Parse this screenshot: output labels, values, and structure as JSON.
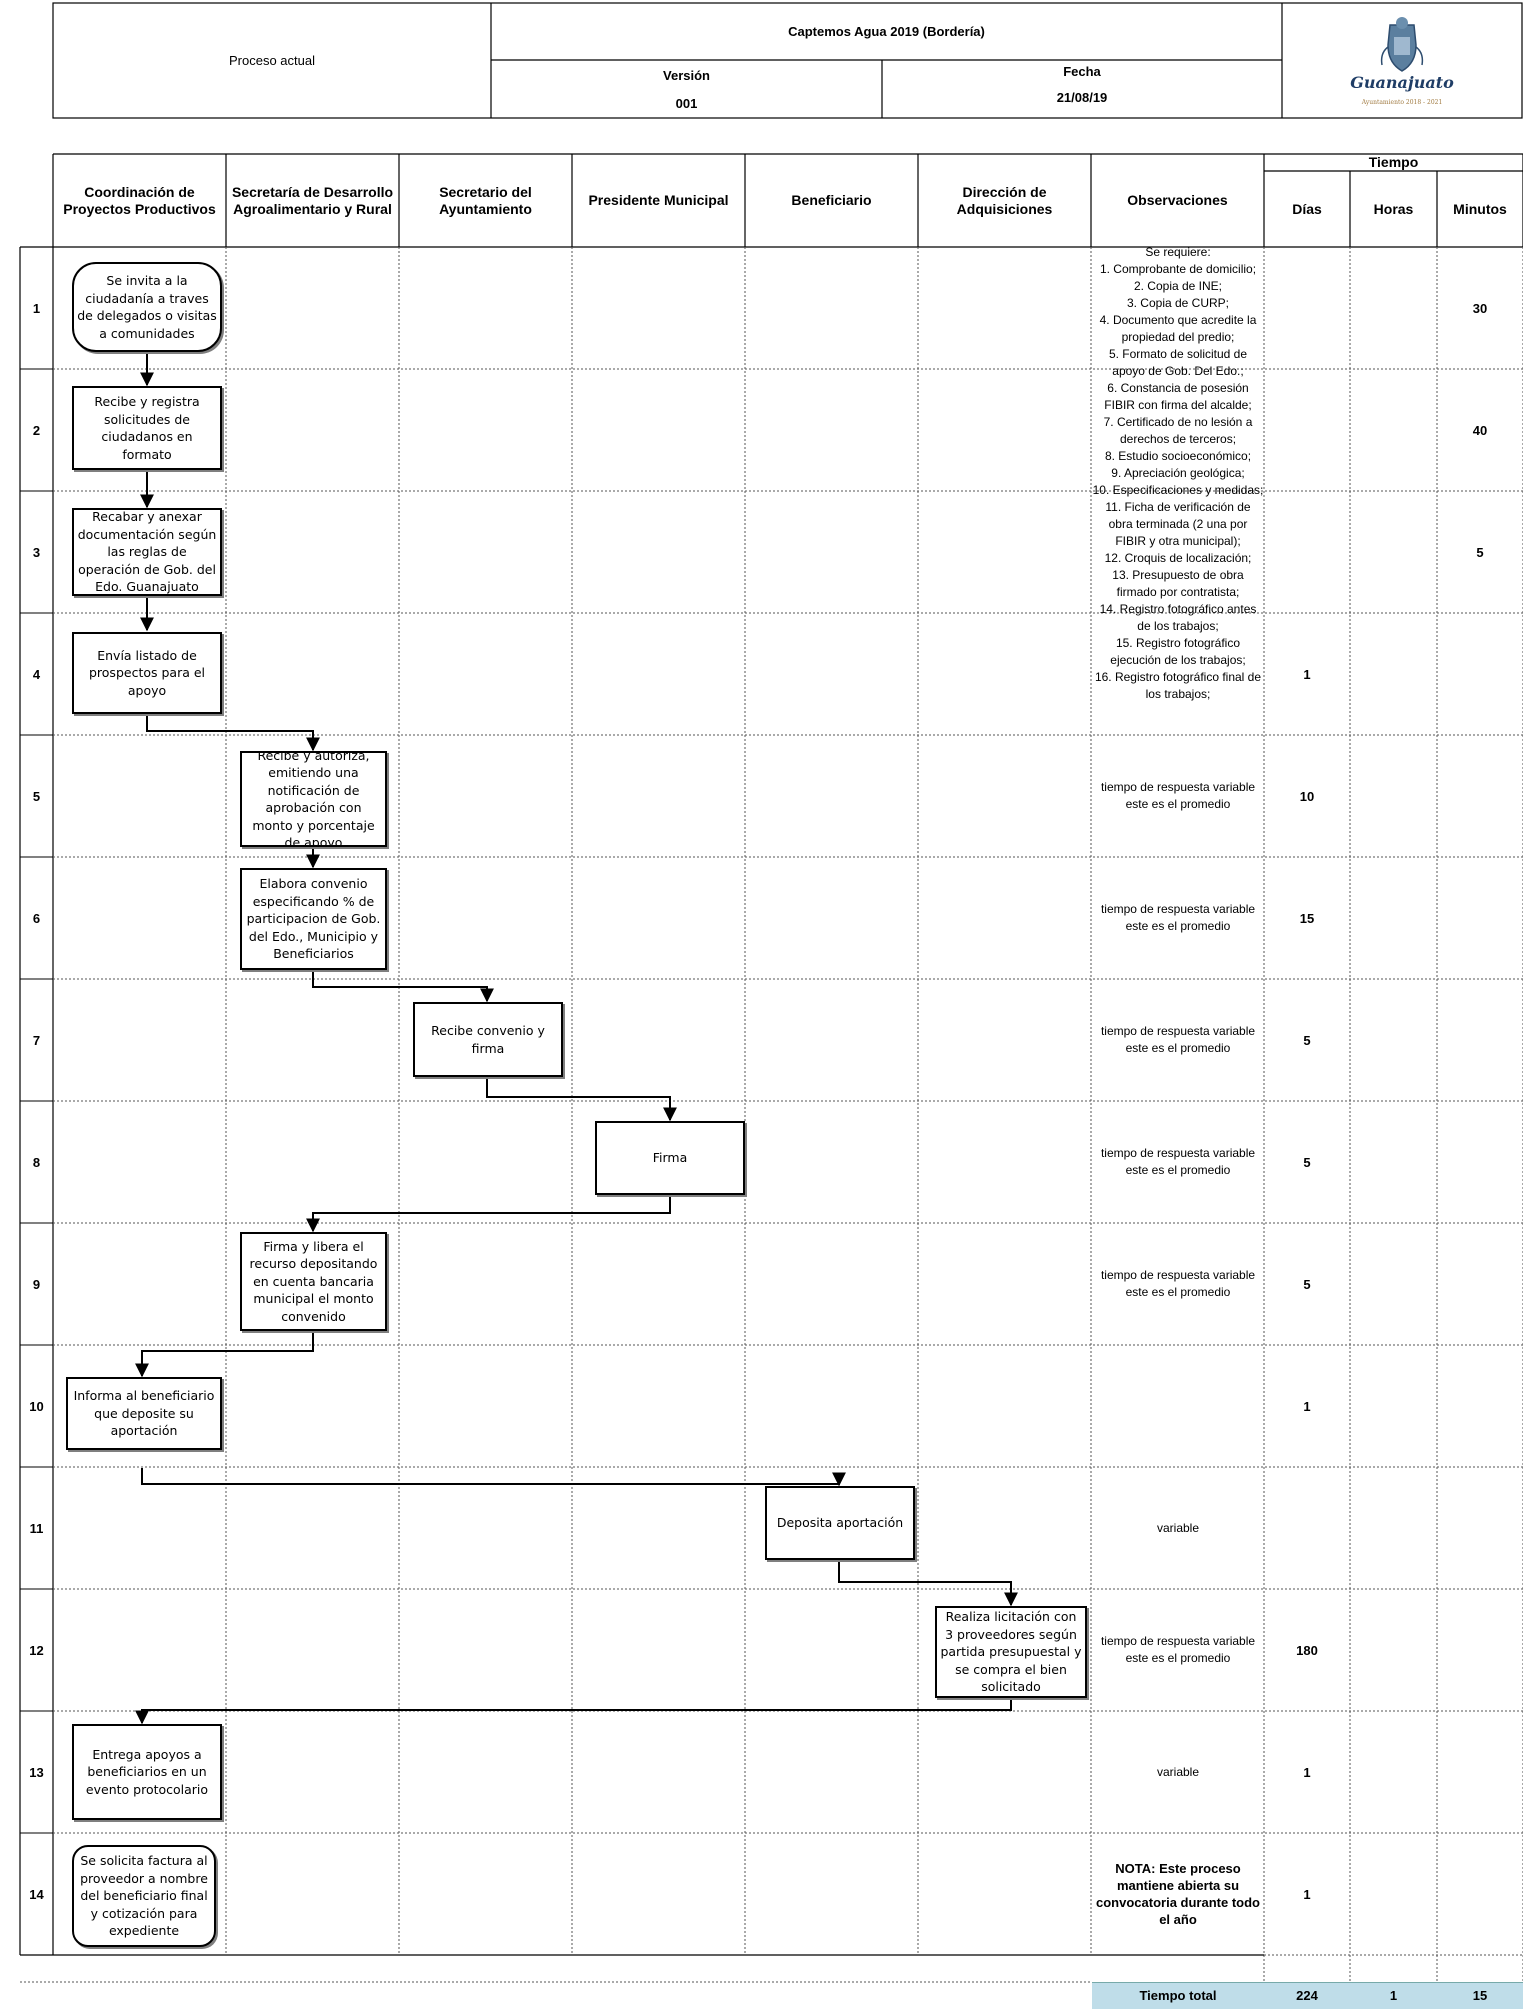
{
  "header": {
    "left_label": "Proceso actual",
    "title": "Captemos Agua 2019  (Bordería)",
    "version_label": "Versión",
    "version_value": "001",
    "date_label": "Fecha",
    "date_value": "21/08/19",
    "logo_text": "Guanajuato",
    "logo_subtext": "Ayuntamiento 2018 - 2021"
  },
  "columns": {
    "c1": "Coordinación de Proyectos Productivos",
    "c2": "Secretaría de Desarrollo Agroalimentario y Rural",
    "c3": "Secretario del Ayuntamiento",
    "c4": "Presidente Municipal",
    "c5": "Beneficiario",
    "c6": "Dirección de Adquisiciones",
    "c7": "Observaciones",
    "tiempo": "Tiempo",
    "dias": "Días",
    "horas": "Horas",
    "minutos": "Minutos"
  },
  "rows": [
    {
      "n": "1",
      "step": "Se invita a la ciudadanía a traves de delegados o visitas a comunidades",
      "obs": "",
      "dias": "",
      "horas": "",
      "minutos": "30"
    },
    {
      "n": "2",
      "step": "Recibe y registra solicitudes de ciudadanos en formato",
      "obs": "",
      "dias": "",
      "horas": "",
      "minutos": "40"
    },
    {
      "n": "3",
      "step": "Recabar y anexar documentación según las reglas de operación de Gob. del Edo. Guanajuato",
      "obs": "",
      "dias": "",
      "horas": "",
      "minutos": "5"
    },
    {
      "n": "4",
      "step": "Envía listado de prospectos para el apoyo",
      "obs": "",
      "dias": "1",
      "horas": "",
      "minutos": ""
    },
    {
      "n": "5",
      "step": "Recibe y autoriza, emitiendo una notificación de aprobación con monto y porcentaje de apoyo",
      "obs": "tiempo de respuesta variable este es el promedio",
      "dias": "10",
      "horas": "",
      "minutos": ""
    },
    {
      "n": "6",
      "step": "Elabora convenio especificando % de participacion de Gob. del Edo., Municipio y Beneficiarios",
      "obs": "tiempo de respuesta variable este es el promedio",
      "dias": "15",
      "horas": "",
      "minutos": ""
    },
    {
      "n": "7",
      "step": "Recibe convenio y firma",
      "obs": "tiempo de respuesta variable este es el promedio",
      "dias": "5",
      "horas": "",
      "minutos": ""
    },
    {
      "n": "8",
      "step": "Firma",
      "obs": "tiempo de respuesta variable este es el promedio",
      "dias": "5",
      "horas": "",
      "minutos": ""
    },
    {
      "n": "9",
      "step": "Firma y libera el recurso depositando en cuenta bancaria municipal el monto convenido",
      "obs": "tiempo de respuesta variable este es el promedio",
      "dias": "5",
      "horas": "",
      "minutos": ""
    },
    {
      "n": "10",
      "step": "Informa al beneficiario que deposite su aportación",
      "obs": "",
      "dias": "1",
      "horas": "",
      "minutos": ""
    },
    {
      "n": "11",
      "step": "Deposita aportación",
      "obs": "variable",
      "dias": "",
      "horas": "",
      "minutos": ""
    },
    {
      "n": "12",
      "step": "Realiza licitación con 3 proveedores según partida presupuestal y se compra el bien solicitado",
      "obs": "tiempo de respuesta variable este es el promedio",
      "dias": "180",
      "horas": "",
      "minutos": ""
    },
    {
      "n": "13",
      "step": "Entrega apoyos a beneficiarios en un evento protocolario",
      "obs": "variable",
      "dias": "1",
      "horas": "",
      "minutos": ""
    },
    {
      "n": "14",
      "step": "Se solicita factura al proveedor a nombre del beneficiario final y cotización para expediente",
      "obs": "NOTA: Este proceso mantiene abierta su convocatoria durante todo el año",
      "dias": "1",
      "horas": "",
      "minutos": ""
    }
  ],
  "requirements": [
    "Se requiere:",
    "1. Comprobante de domicilio;",
    "2. Copia de INE;",
    "3. Copia de CURP;",
    "4. Documento que acredite la propiedad del predio;",
    "5. Formato de solicitud de apoyo de Gob. Del Edo.;",
    "6. Constancia de posesión FIBIR con firma del alcalde;",
    "7. Certificado de no lesión a derechos de terceros;",
    "8. Estudio socioeconómico;",
    "9. Apreciación geológica;",
    "10. Especificaciones y medidas;",
    "11. Ficha de verificación de obra terminada (2 una por FIBIR y otra municipal);",
    "12. Croquis de localización;",
    "13. Presupuesto de obra firmado por contratista;",
    "14. Registro fotográfico antes de los trabajos;",
    "15. Registro fotográfico ejecución de los trabajos;",
    "16. Registro fotográfico final de los trabajos;"
  ],
  "totals": {
    "label": "Tiempo total",
    "dias": "224",
    "horas": "1",
    "minutos": "15"
  }
}
